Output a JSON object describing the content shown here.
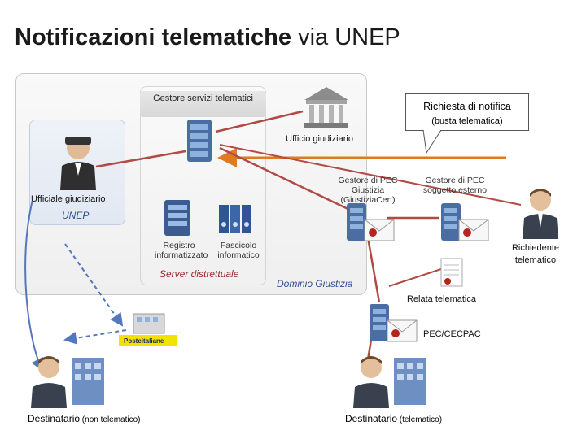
{
  "title": {
    "bold": "Notificazioni telematiche",
    "rest": " via UNEP"
  },
  "labels": {
    "gestore_servizi": "Gestore servizi telematici",
    "ufficiale": "Ufficiale giudiziario",
    "unep": "UNEP",
    "registro": "Registro informatizzato",
    "fascicolo": "Fascicolo informatico",
    "server_distrettuale": "Server distrettuale",
    "dominio_giustizia": "Dominio Giustizia",
    "ufficio_giudiziario": "Ufficio giudiziario",
    "gestore_pec_giustizia": "Gestore di PEC Giustizia (GiustiziaCert)",
    "gestore_pec_esterno": "Gestore di PEC soggetto esterno",
    "richiedente": "Richiedente telematico",
    "relata": "Relata telematica",
    "pec_cecpac": "PEC/CECPAC",
    "poste": "Posteitaliane",
    "dest_non_tel_main": "Destinatario",
    "dest_non_tel_sub": " (non telematico)",
    "dest_tel_main": "Destinatario",
    "dest_tel_sub": " (telematico)"
  },
  "callout": {
    "title": "Richiesta di notifica",
    "subtitle": "(busta telematica)"
  },
  "colors": {
    "red_line": "#b24a44",
    "orange_line": "#e07a22",
    "blue_line": "#5577bb",
    "unep_blue": "#2e4f8f"
  },
  "icons": {
    "server": "server-icon",
    "building": "courthouse-icon",
    "person": "person-icon",
    "mail": "mail-icon",
    "document": "document-icon",
    "office": "office-building-icon"
  }
}
